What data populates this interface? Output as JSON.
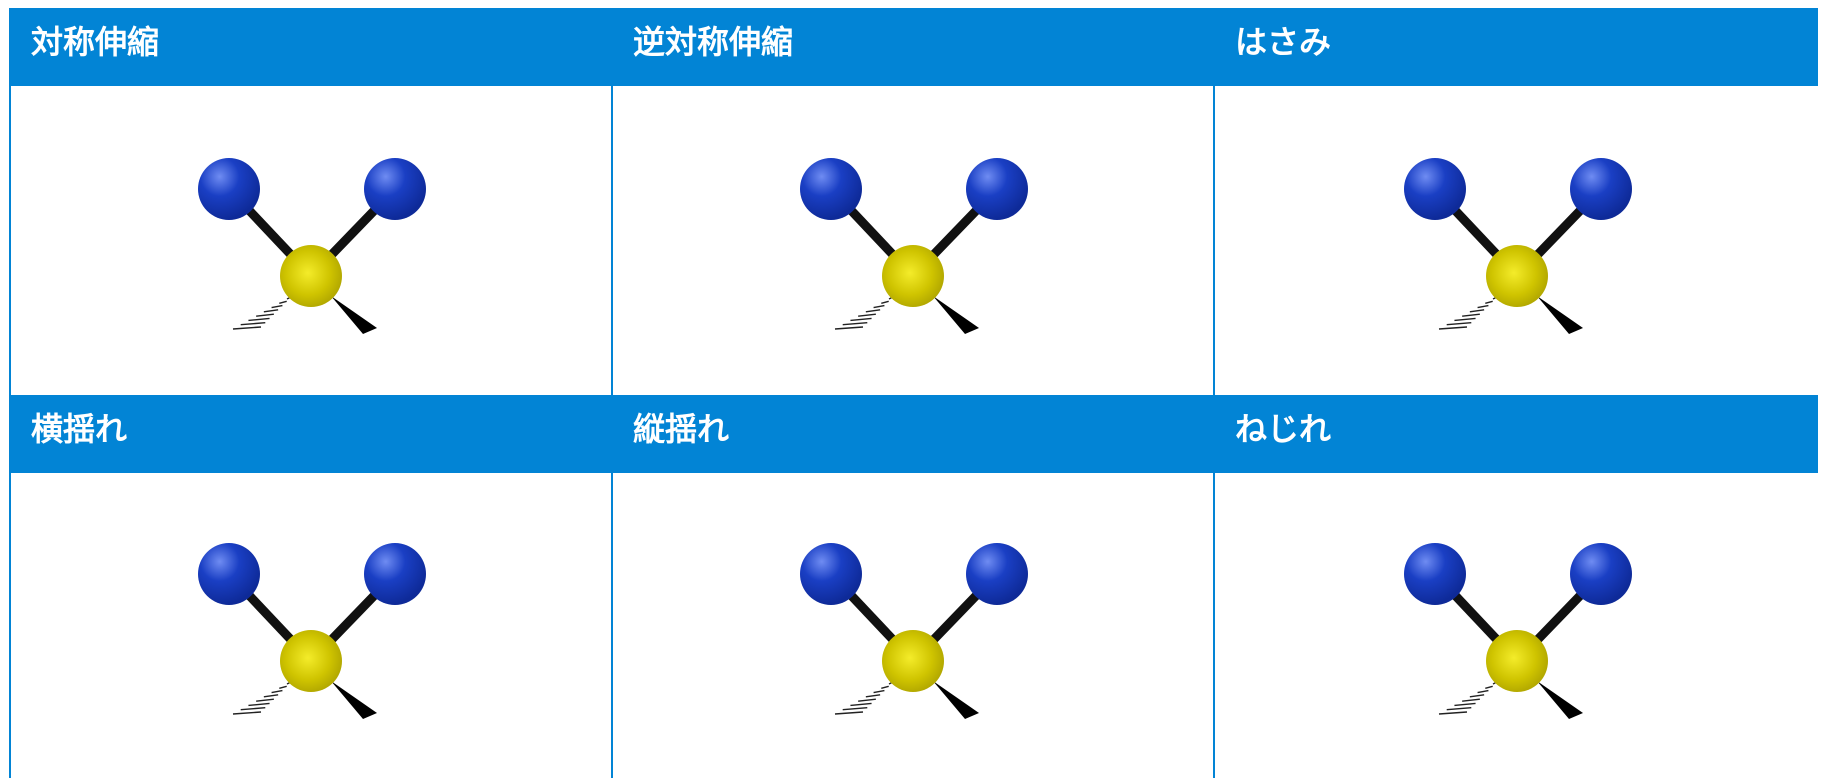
{
  "colors": {
    "header_bg": "#0284d5",
    "header_text": "#ffffff",
    "outer_atom": "#1a3fc4",
    "center_atom": "#cfc400",
    "bond": "#111111"
  },
  "modes": [
    {
      "label": "対称伸縮",
      "molecule": "water-like-molecule",
      "outer_atom_icon": "blue-atom-icon",
      "center_atom_icon": "yellow-atom-icon"
    },
    {
      "label": "逆対称伸縮",
      "molecule": "water-like-molecule",
      "outer_atom_icon": "blue-atom-icon",
      "center_atom_icon": "yellow-atom-icon"
    },
    {
      "label": "はさみ",
      "molecule": "water-like-molecule",
      "outer_atom_icon": "blue-atom-icon",
      "center_atom_icon": "yellow-atom-icon"
    },
    {
      "label": "横揺れ",
      "molecule": "water-like-molecule",
      "outer_atom_icon": "blue-atom-icon",
      "center_atom_icon": "yellow-atom-icon"
    },
    {
      "label": "縦揺れ",
      "molecule": "water-like-molecule",
      "outer_atom_icon": "blue-atom-icon",
      "center_atom_icon": "yellow-atom-icon"
    },
    {
      "label": "ねじれ",
      "molecule": "water-like-molecule",
      "outer_atom_icon": "blue-atom-icon",
      "center_atom_icon": "yellow-atom-icon"
    }
  ]
}
